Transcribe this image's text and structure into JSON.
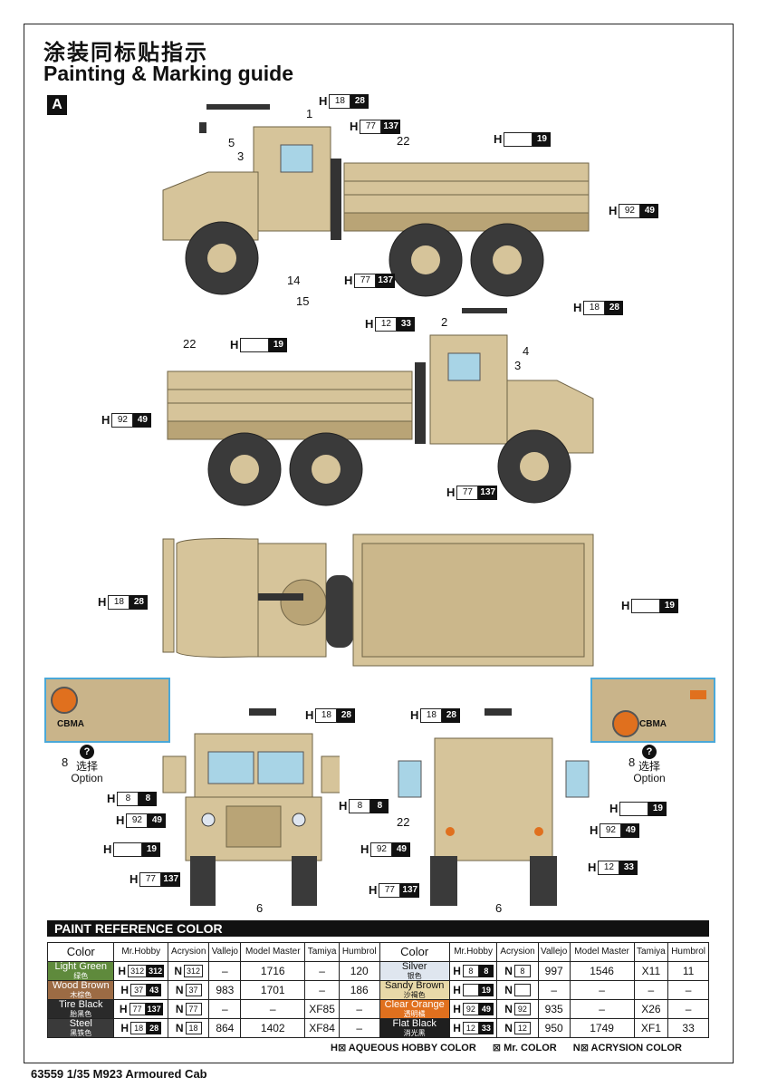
{
  "title_cn": "涂装同标贴指示",
  "title_en": "Painting & Marking guide",
  "scheme_label": "A",
  "callouts": {
    "c1": {
      "h": "H",
      "a": "18",
      "b": "28"
    },
    "c2": {
      "h": "H",
      "a": "77",
      "b": "137"
    },
    "c3": {
      "h": "H",
      "a": "",
      "b": "19"
    },
    "c4": {
      "h": "H",
      "a": "92",
      "b": "49"
    },
    "c5": {
      "h": "H",
      "a": "77",
      "b": "137"
    },
    "c6": {
      "h": "H",
      "a": "18",
      "b": "28"
    },
    "c7": {
      "h": "H",
      "a": "12",
      "b": "33"
    },
    "c8": {
      "h": "H",
      "a": "",
      "b": "19"
    },
    "c9": {
      "h": "H",
      "a": "92",
      "b": "49"
    },
    "c10": {
      "h": "H",
      "a": "77",
      "b": "137"
    },
    "c11": {
      "h": "H",
      "a": "18",
      "b": "28"
    },
    "c12": {
      "h": "H",
      "a": "",
      "b": "19"
    },
    "c13": {
      "h": "H",
      "a": "18",
      "b": "28"
    },
    "c14": {
      "h": "H",
      "a": "8",
      "b": "8"
    },
    "c15": {
      "h": "H",
      "a": "92",
      "b": "49"
    },
    "c16": {
      "h": "H",
      "a": "",
      "b": "19"
    },
    "c17": {
      "h": "H",
      "a": "77",
      "b": "137"
    },
    "c18": {
      "h": "H",
      "a": "8",
      "b": "8"
    },
    "c19": {
      "h": "H",
      "a": "18",
      "b": "28"
    },
    "c20": {
      "h": "H",
      "a": "",
      "b": "19"
    },
    "c21": {
      "h": "H",
      "a": "92",
      "b": "49"
    },
    "c22": {
      "h": "H",
      "a": "92",
      "b": "49"
    },
    "c23": {
      "h": "H",
      "a": "12",
      "b": "33"
    },
    "c24": {
      "h": "H",
      "a": "77",
      "b": "137"
    }
  },
  "numbers": {
    "n1": "1",
    "n5": "5",
    "n3a": "3",
    "n22a": "22",
    "n14": "14",
    "n15": "15",
    "n2": "2",
    "n22b": "22",
    "n4": "4",
    "n3b": "3",
    "n8a": "8",
    "n8b": "8",
    "n6a": "6",
    "n6b": "6",
    "n22c": "22"
  },
  "option": {
    "cn": "选择",
    "en": "Option",
    "q": "?"
  },
  "inset_text": "CBMA",
  "ref_title": "PAINT  REFERENCE COLOR",
  "ref_headers": [
    "Color",
    "Mr.Hobby",
    "Acrysion",
    "Vallejo",
    "Model Master",
    "Tamiya",
    "Humbrol"
  ],
  "ref_left": [
    {
      "name": "Light Green",
      "cn": "绿色",
      "color": "#5f8a3c",
      "h": "312",
      "hk": "312",
      "n": "312",
      "vallejo": "–",
      "mm": "1716",
      "tamiya": "–",
      "humbrol": "120"
    },
    {
      "name": "Wood Brown",
      "cn": "木棕色",
      "color": "#9c6b44",
      "h": "37",
      "hk": "43",
      "n": "37",
      "vallejo": "983",
      "mm": "1701",
      "tamiya": "–",
      "humbrol": "186"
    },
    {
      "name": "Tire Black",
      "cn": "胎黑色",
      "color": "#2a2a2a",
      "h": "77",
      "hk": "137",
      "n": "77",
      "vallejo": "–",
      "mm": "–",
      "tamiya": "XF85",
      "humbrol": "–"
    },
    {
      "name": "Steel",
      "cn": "黑铁色",
      "color": "#3a3a3a",
      "h": "18",
      "hk": "28",
      "n": "18",
      "vallejo": "864",
      "mm": "1402",
      "tamiya": "XF84",
      "humbrol": "–"
    }
  ],
  "ref_right": [
    {
      "name": "Silver",
      "cn": "银色",
      "color": "#dfe6ef",
      "dark": true,
      "h": "8",
      "hk": "8",
      "n": "8",
      "vallejo": "997",
      "mm": "1546",
      "tamiya": "X11",
      "humbrol": "11"
    },
    {
      "name": "Sandy Brown",
      "cn": "沙褐色",
      "color": "#e8d9a8",
      "dark": true,
      "h": "",
      "hk": "19",
      "n": "",
      "vallejo": "–",
      "mm": "–",
      "tamiya": "–",
      "humbrol": "–"
    },
    {
      "name": "Clear Orange",
      "cn": "透明橘",
      "color": "#e0701e",
      "h": "92",
      "hk": "49",
      "n": "92",
      "vallejo": "935",
      "mm": "–",
      "tamiya": "X26",
      "humbrol": "–"
    },
    {
      "name": "Flat Black",
      "cn": "消光黑",
      "color": "#1f1f1f",
      "h": "12",
      "hk": "33",
      "n": "12",
      "vallejo": "950",
      "mm": "1749",
      "tamiya": "XF1",
      "humbrol": "33"
    }
  ],
  "legend": [
    "H⊠  AQUEOUS HOBBY COLOR",
    "⊠  Mr. COLOR",
    "N⊠  ACRYSION COLOR"
  ],
  "footer": "63559 1/35 M923 Armoured Cab",
  "colors": {
    "sand": "#d6c49a",
    "sand_dark": "#b9a476",
    "tire": "#3a3a3a",
    "glass": "#a8d4e6",
    "inset_border": "#4aa8d8"
  }
}
